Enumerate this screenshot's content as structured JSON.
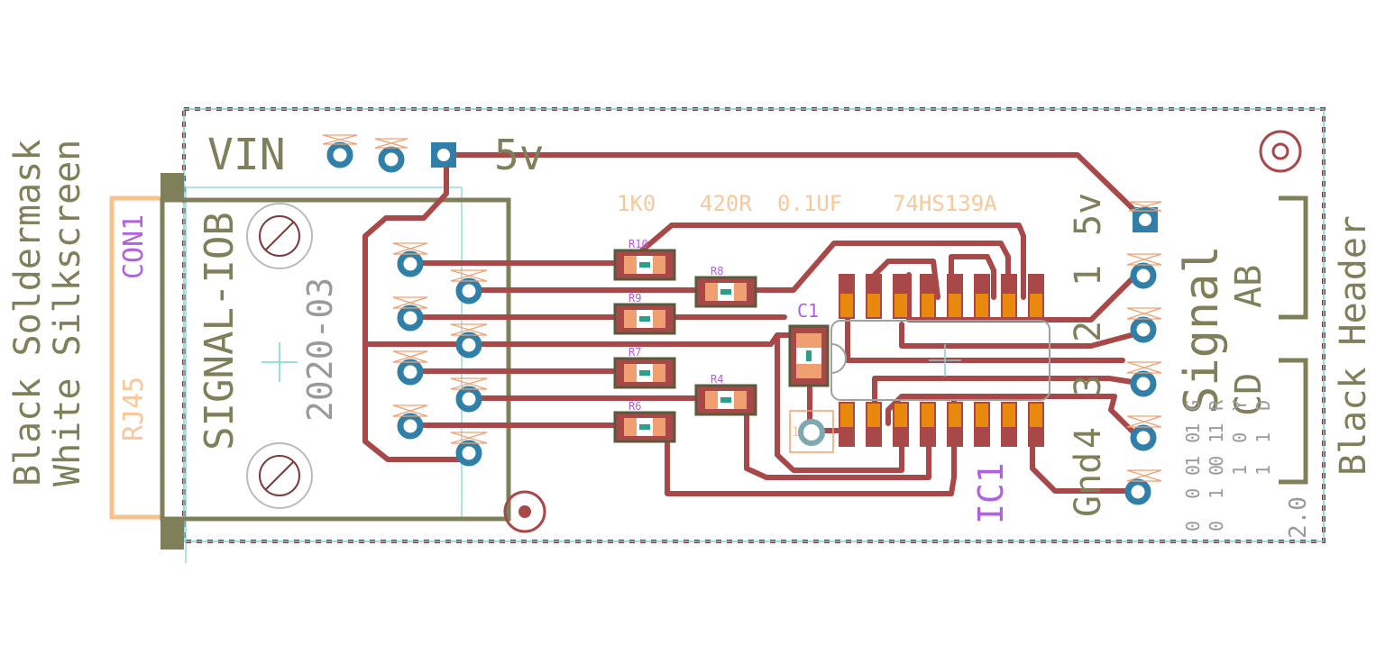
{
  "side_labels": {
    "soldermask": "Black Soldermask",
    "silkscreen": "White Silkscreen",
    "header": "Black Header"
  },
  "board": {
    "vin": "VIN",
    "five_v_top": "5v",
    "signal_iob": "SIGNAL-IOB",
    "date": "2020-03",
    "rj45": "RJ45",
    "con1": "CON1",
    "values": {
      "r1": "1K0",
      "r2": "420R",
      "c": "0.1UF",
      "ic": "74HS139A"
    },
    "five_v_right": "5v",
    "pin1": "1",
    "pin2": "2",
    "pin3": "3",
    "pin4": "4",
    "gnd": "Gnd",
    "signal": "Signal",
    "ab": "AB",
    "cd": "CD",
    "ic1": "IC1",
    "c1": "C1",
    "cap_pin": "1",
    "version": "2.0",
    "resistors": {
      "r10": "R10",
      "r8": "R8",
      "r9": "R9",
      "r7": "R7",
      "r4": "R4",
      "r6": "R6"
    },
    "truth_rows": [
      "0 0 G",
      "0 1 R",
      "1 0 Y",
      "1 1 D"
    ],
    "truth_col": [
      "0 0 1 1",
      "0 1 0 1"
    ]
  },
  "colors": {
    "trace": "#a84848",
    "pad": "#2f7fa8",
    "silk": "#7f7f5a",
    "smd": "#e8880c"
  }
}
